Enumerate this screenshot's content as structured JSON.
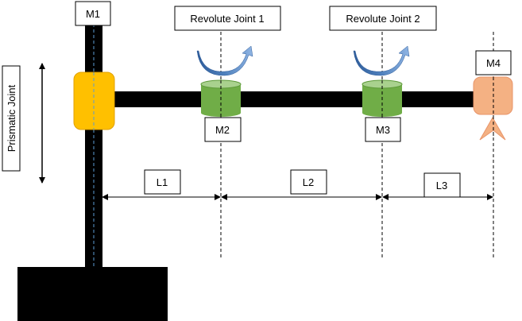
{
  "labels": {
    "m1": "M1",
    "m2": "M2",
    "m3": "M3",
    "m4": "M4",
    "revolute_joint_1": "Revolute Joint 1",
    "revolute_joint_2": "Revolute Joint 2",
    "prismatic_joint": "Prismatic Joint",
    "l1": "L1",
    "l2": "L2",
    "l3": "L3"
  },
  "colors": {
    "structure": "#000000",
    "prismatic_block": "#FFC000",
    "prismatic_block_border": "#E0A000",
    "revolute_cylinder": "#70AD47",
    "revolute_cylinder_top": "#A9D18E",
    "end_effector": "#F4B183",
    "rotation_arrow": "#4F81BD",
    "axis_line": "#5B9BD5",
    "label_box_border": "#000000"
  }
}
